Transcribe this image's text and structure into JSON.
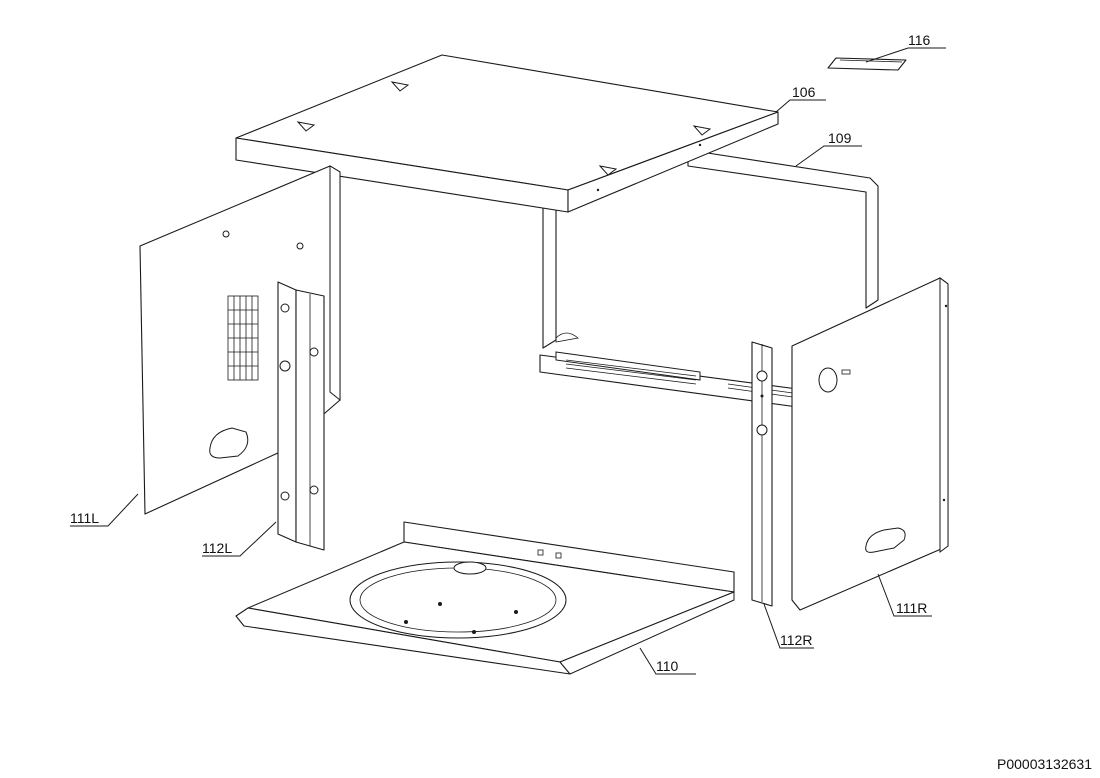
{
  "diagram": {
    "callouts": {
      "c116": "116",
      "c106": "106",
      "c109": "109",
      "c111L": "111L",
      "c112L": "112L",
      "c110": "110",
      "c112R": "112R",
      "c111R": "111R"
    },
    "reference": "P00003132631"
  }
}
